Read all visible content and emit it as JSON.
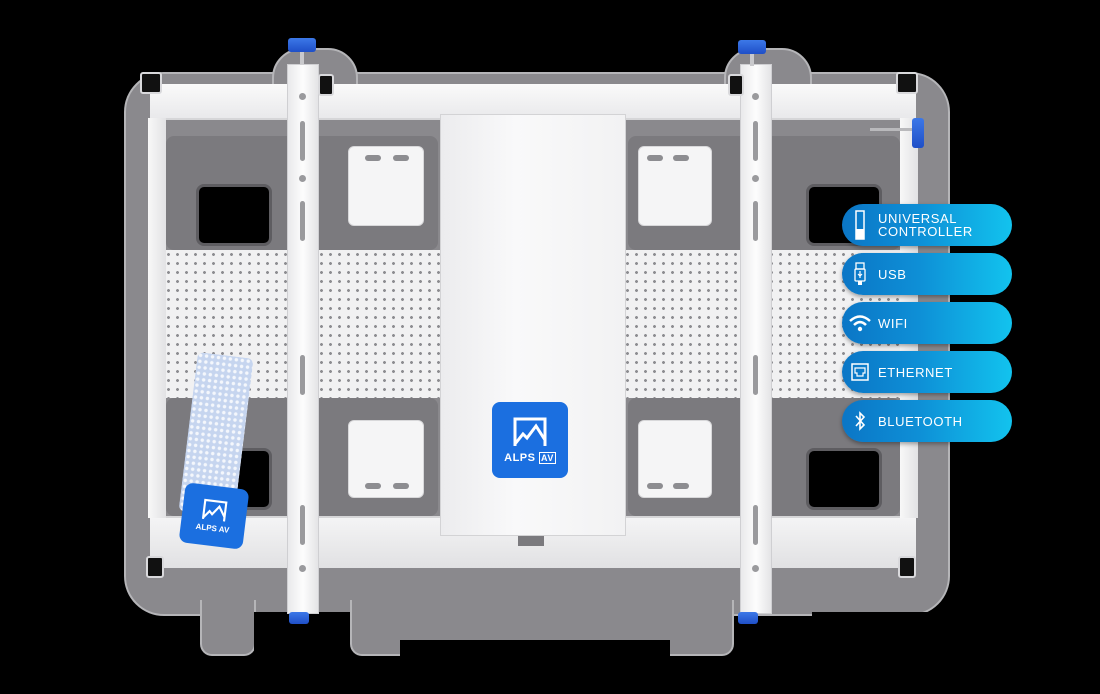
{
  "scene": {
    "subject": "White universal TV wall mount bracket on gray TV silhouette",
    "background_color": "#000000",
    "brand_color": "#1b6fe0",
    "knob_color": "#2a5fd8"
  },
  "branding": {
    "center_logo": {
      "text": "ALPS",
      "mark": "AV"
    },
    "tag_logo": {
      "text": "ALPS",
      "mark": "AV"
    }
  },
  "features": [
    {
      "icon": "controller-icon",
      "label": "UNIVERSAL\nCONTROLLER"
    },
    {
      "icon": "usb-icon",
      "label": "USB"
    },
    {
      "icon": "wifi-icon",
      "label": "WIFI"
    },
    {
      "icon": "ethernet-icon",
      "label": "ETHERNET"
    },
    {
      "icon": "bluetooth-icon",
      "label": "BLUETOOTH"
    }
  ]
}
